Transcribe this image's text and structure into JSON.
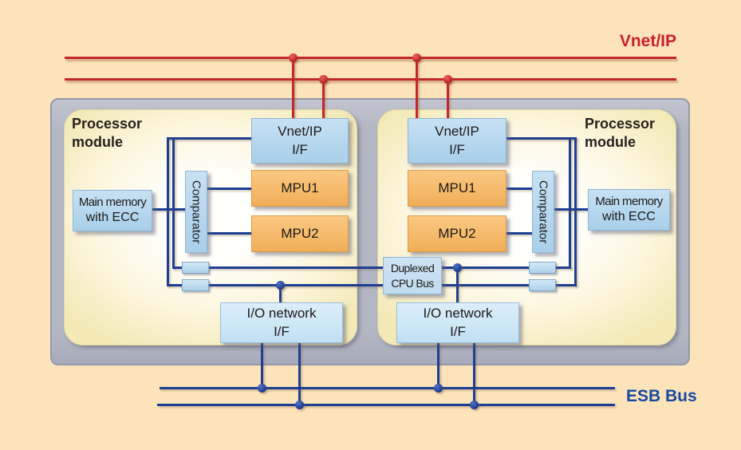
{
  "diagram": {
    "vnet_label": "Vnet/IP",
    "esb_label": "ESB Bus",
    "cpu_bus_label": {
      "line1": "Duplexed",
      "line2": "CPU Bus"
    },
    "modules": [
      {
        "side": "left",
        "title": {
          "line1": "Processor",
          "line2": "module"
        },
        "vnet_if": {
          "line1": "Vnet/IP",
          "line2": "I/F"
        },
        "mpu1": "MPU1",
        "mpu2": "MPU2",
        "comparator": "Comparator",
        "main_memory": {
          "line1": "Main memory",
          "line2": "with ECC"
        },
        "io_if": {
          "line1": "I/O network",
          "line2": "I/F"
        }
      },
      {
        "side": "right",
        "title": {
          "line1": "Processor",
          "line2": "module"
        },
        "vnet_if": {
          "line1": "Vnet/IP",
          "line2": "I/F"
        },
        "mpu1": "MPU1",
        "mpu2": "MPU2",
        "comparator": "Comparator",
        "main_memory": {
          "line1": "Main memory",
          "line2": "with ECC"
        },
        "io_if": {
          "line1": "I/O network",
          "line2": "I/F"
        }
      }
    ],
    "colors": {
      "background": "#fce3ba",
      "vnet_red": "#c1272d",
      "bus_navy": "#1d3f92",
      "module_gray": "#b3b6c3",
      "box_blue": "#b5d7ee",
      "box_blue_light": "#cde7f6",
      "mpu_orange": "#f5b969",
      "esb_text": "#164a9f"
    }
  }
}
